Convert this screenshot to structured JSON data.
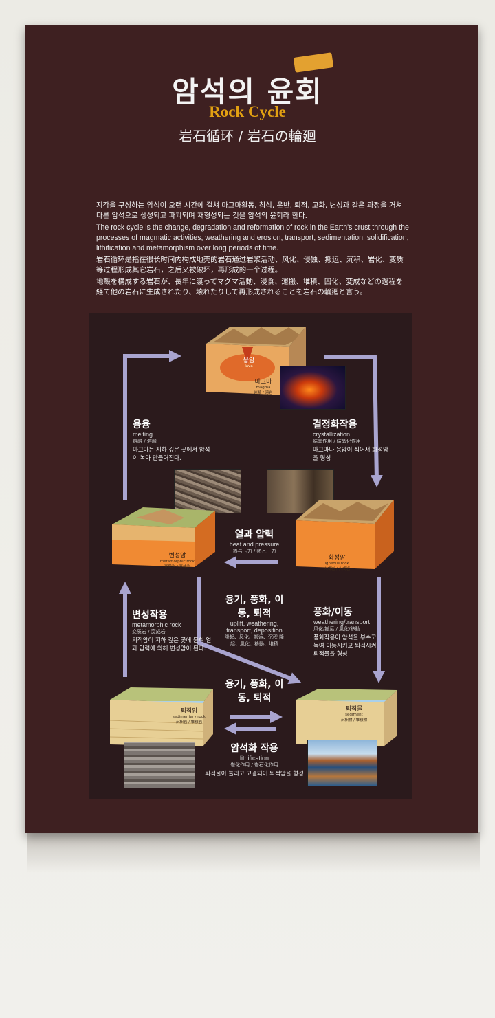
{
  "title": {
    "korean": "암석의 윤회",
    "english": "Rock Cycle",
    "chinese_japanese": "岩石循环 / 岩石の輪廻"
  },
  "intro": {
    "korean": "지각을 구성하는 암석이 오랜 시간에 걸쳐 마그마활동, 침식, 운반, 퇴적, 고화, 변성과 같은 과정을 거쳐 다른 암석으로 생성되고 파괴되며 재형성되는 것을 암석의 윤회라 한다.",
    "english": "The rock cycle is the change, degradation and reformation of rock in the Earth's crust through the processes of magmatic activities, weathering and erosion, transport, sedimentation, solidification, lithification and metamorphism over long periods of time.",
    "chinese": "岩石循环是指在很长时间内构成地壳的岩石通过岩浆活动、风化、侵蚀、搬运、沉积、岩化、变质等过程形成其它岩石，之后又被破坏，再形成的一个过程。",
    "japanese": "地殻を構成する岩石が、長年に渡ってマグマ活動、浸食、運搬、堆積、固化、変成などの過程を経て他の岩石に生成されたり、壊れたりして再形成されることを岩石の輪廻と言う。"
  },
  "blocks": {
    "magma": {
      "label": "마그마",
      "sub": "magma",
      "small": "岩浆 / 溶岩",
      "top_label": "용암",
      "top_sub": "lava"
    },
    "metamorphic": {
      "label": "변성암",
      "sub": "metamorphic rock",
      "small": "变质岩 / 変成岩"
    },
    "igneous": {
      "label": "화성암",
      "sub": "igneous rock",
      "small": "火成岩 / 火成岩"
    },
    "sedimentary": {
      "label": "퇴적암",
      "sub": "sedimentary rock",
      "small": "沉积岩 / 堆積岩"
    },
    "sediment": {
      "label": "퇴적물",
      "sub": "sediment",
      "small": "沉积物 / 堆積物"
    }
  },
  "labels": {
    "melting": {
      "ko": "용융",
      "en": "melting",
      "cj": "熔融 / 溶融",
      "desc": "마그마는 지하 깊은 곳에서 암석이 녹아 만들어진다."
    },
    "crystallization": {
      "ko": "결정화작용",
      "en": "crystallization",
      "cj": "结晶作用 / 結晶化作用",
      "desc": "마그마나 용암이 식어서 화성암을 형성"
    },
    "heat": {
      "ko": "열과 압력",
      "en": "heat and pressure",
      "cj": "热与压力 / 熱と圧力"
    },
    "metamorphism": {
      "ko": "변성작용",
      "en": "metamorphic rock",
      "cj": "变质岩 / 変成岩",
      "desc": "퇴적암이 지하 깊은 곳에 묻혀 열과 압력에 의해 변성암이 된다."
    },
    "uplift1": {
      "ko": "융기, 풍화, 이동, 퇴적",
      "en": "uplift, weathering, transport, deposition",
      "cj": "隆起、风化、搬运、沉积 隆起、風化、移動、堆積"
    },
    "weathering": {
      "ko": "풍화/이동",
      "en": "weathering/transport",
      "cj": "风化/搬运 / 風化/移動",
      "desc": "풍화작용이 암석을 부수고 녹여 이동시키고 퇴적시켜 퇴적물을 형성"
    },
    "uplift2": {
      "ko": "융기, 풍화, 이동, 퇴적"
    },
    "lithification": {
      "ko": "암석화 작용",
      "en": "lithification",
      "cj": "岩化作用 / 岩石化作用",
      "desc": "퇴적물이 눌리고 고결되어 퇴적암을 형성"
    }
  },
  "colors": {
    "board": "#3e2021",
    "panel": "#2b1a1c",
    "accent": "#e2a012",
    "arrow": "#a9a4cf"
  }
}
